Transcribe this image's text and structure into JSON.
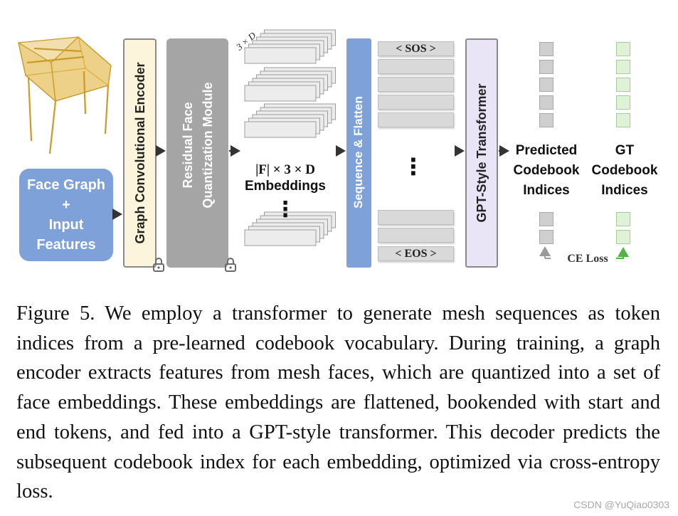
{
  "figure": {
    "input_box": {
      "lines": [
        "Face Graph",
        "+",
        "Input",
        "Features"
      ]
    },
    "graph_encoder": {
      "label": "Graph Convolutional Encoder"
    },
    "quantizer": {
      "lines": [
        "Residual Face",
        "Quantization Module"
      ]
    },
    "embedding_stack": {
      "dim_label": "3 × D",
      "size_label": "|F| × 3 × D",
      "caption": "Embeddings",
      "ellipsis": "⋮"
    },
    "sequence_flatten": {
      "label": "Sequence & Flatten"
    },
    "tokens": {
      "start": "< SOS >",
      "end": "< EOS >",
      "ellipsis": "⋮"
    },
    "transformer": {
      "label": "GPT-Style Transformer"
    },
    "predicted": {
      "lines": [
        "Predicted",
        "Codebook",
        "Indices"
      ]
    },
    "ground_truth": {
      "lines": [
        "GT",
        "Codebook",
        "Indices"
      ]
    },
    "loss": {
      "label": "CE Loss"
    },
    "icons": [
      "lock-icon",
      "lock-icon",
      "chair-mesh-icon"
    ],
    "colors": {
      "blue": "#7ea1d9",
      "cream": "#fdf5db",
      "gray": "#a5a5a5",
      "lavender": "#e9e4f6",
      "green_arrow": "#58b04a"
    }
  },
  "caption": {
    "text": "Figure 5.  We employ a transformer to generate mesh sequences as token indices from a pre-learned codebook vocabulary. During training, a graph encoder extracts features from mesh faces, which are quantized into a set of face embeddings. These embeddings are flattened, bookended with start and end tokens, and fed into a GPT-style transformer. This decoder predicts the subsequent codebook index for each embedding, optimized via cross-entropy loss."
  },
  "watermark": "CSDN @YuQiao0303"
}
